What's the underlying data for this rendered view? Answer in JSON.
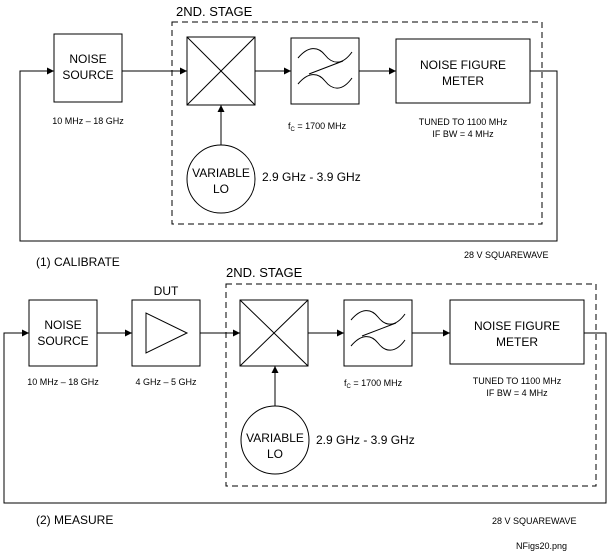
{
  "calibrate": {
    "caption": "(1) CALIBRATE",
    "stage_title": "2ND. STAGE",
    "noise_source": {
      "line1": "NOISE",
      "line2": "SOURCE",
      "range": "10 MHz – 18 GHz"
    },
    "filter_label": "f",
    "filter_sub": "C",
    "filter_value": " = 1700 MHz",
    "lo": {
      "line1": "VARIABLE",
      "line2": "LO",
      "range": "2.9 GHz - 3.9 GHz"
    },
    "meter": {
      "line1": "NOISE FIGURE",
      "line2": "METER",
      "tuned": "TUNED TO 1100 MHz",
      "ifbw": "IF BW = 4 MHz"
    },
    "squarewave": "28 V SQUAREWAVE"
  },
  "measure": {
    "caption": "(2) MEASURE",
    "stage_title": "2ND. STAGE",
    "noise_source": {
      "line1": "NOISE",
      "line2": "SOURCE",
      "range": "10 MHz – 18 GHz"
    },
    "dut": {
      "title": "DUT",
      "range": "4 GHz – 5 GHz"
    },
    "filter_label": "f",
    "filter_sub": "C",
    "filter_value": " = 1700 MHz",
    "lo": {
      "line1": "VARIABLE",
      "line2": "LO",
      "range": "2.9 GHz - 3.9 GHz"
    },
    "meter": {
      "line1": "NOISE FIGURE",
      "line2": "METER",
      "tuned": "TUNED TO 1100 MHz",
      "ifbw": "IF BW = 4 MHz"
    },
    "squarewave": "28 V SQUAREWAVE"
  },
  "filename": "NFigs20.png"
}
